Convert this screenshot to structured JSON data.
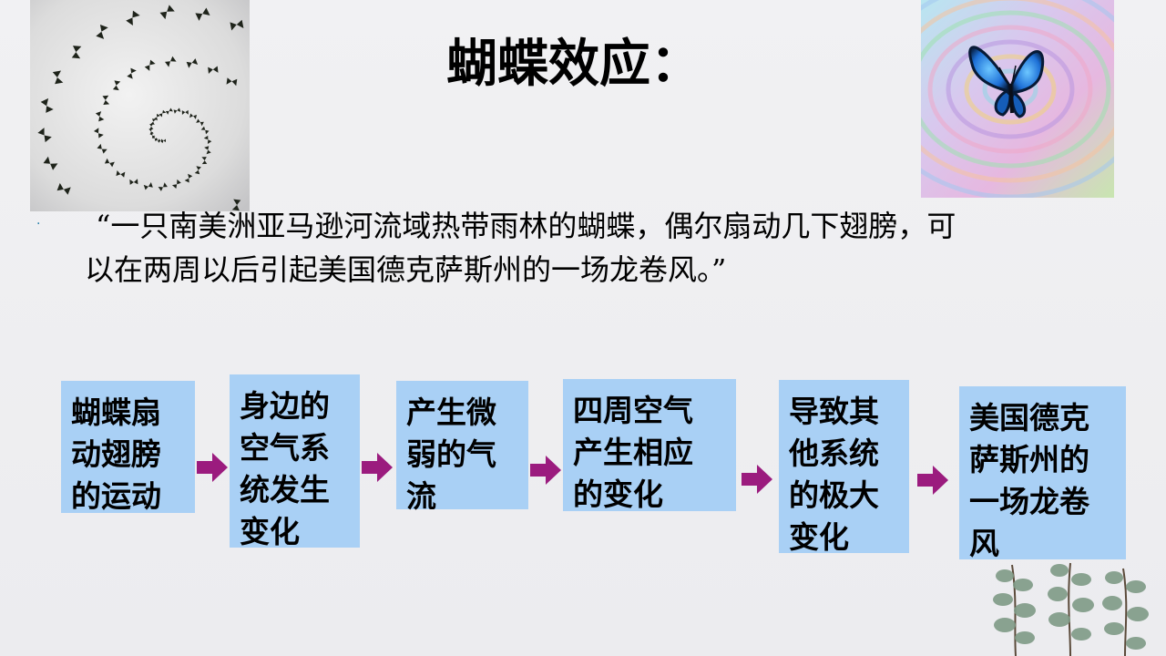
{
  "title": "蝴蝶效应：",
  "bullet": "·",
  "quote": {
    "line1": "“一只南美洲亚马逊河流域热带雨林的蝴蝶，偶尔扇动几下翅膀，可",
    "line2": "以在两周以后引起美国德克萨斯州的一场龙卷风。”"
  },
  "flow": [
    {
      "lines": [
        "蝴蝶扇",
        "动翅膀",
        "的运动"
      ]
    },
    {
      "lines": [
        "身边的",
        "空气系",
        "统发生",
        "变化"
      ]
    },
    {
      "lines": [
        "产生微",
        "弱的气",
        "流"
      ]
    },
    {
      "lines": [
        "四周空气",
        "产生相应",
        "的变化"
      ]
    },
    {
      "lines": [
        "导致其",
        "他系统",
        "的极大",
        "变化"
      ]
    },
    {
      "lines": [
        "美国德克",
        "萨斯州的",
        "一场龙卷",
        "风"
      ]
    }
  ],
  "colors": {
    "box_fill": "#a9d0f5",
    "arrow_fill": "#9b1b7e"
  }
}
